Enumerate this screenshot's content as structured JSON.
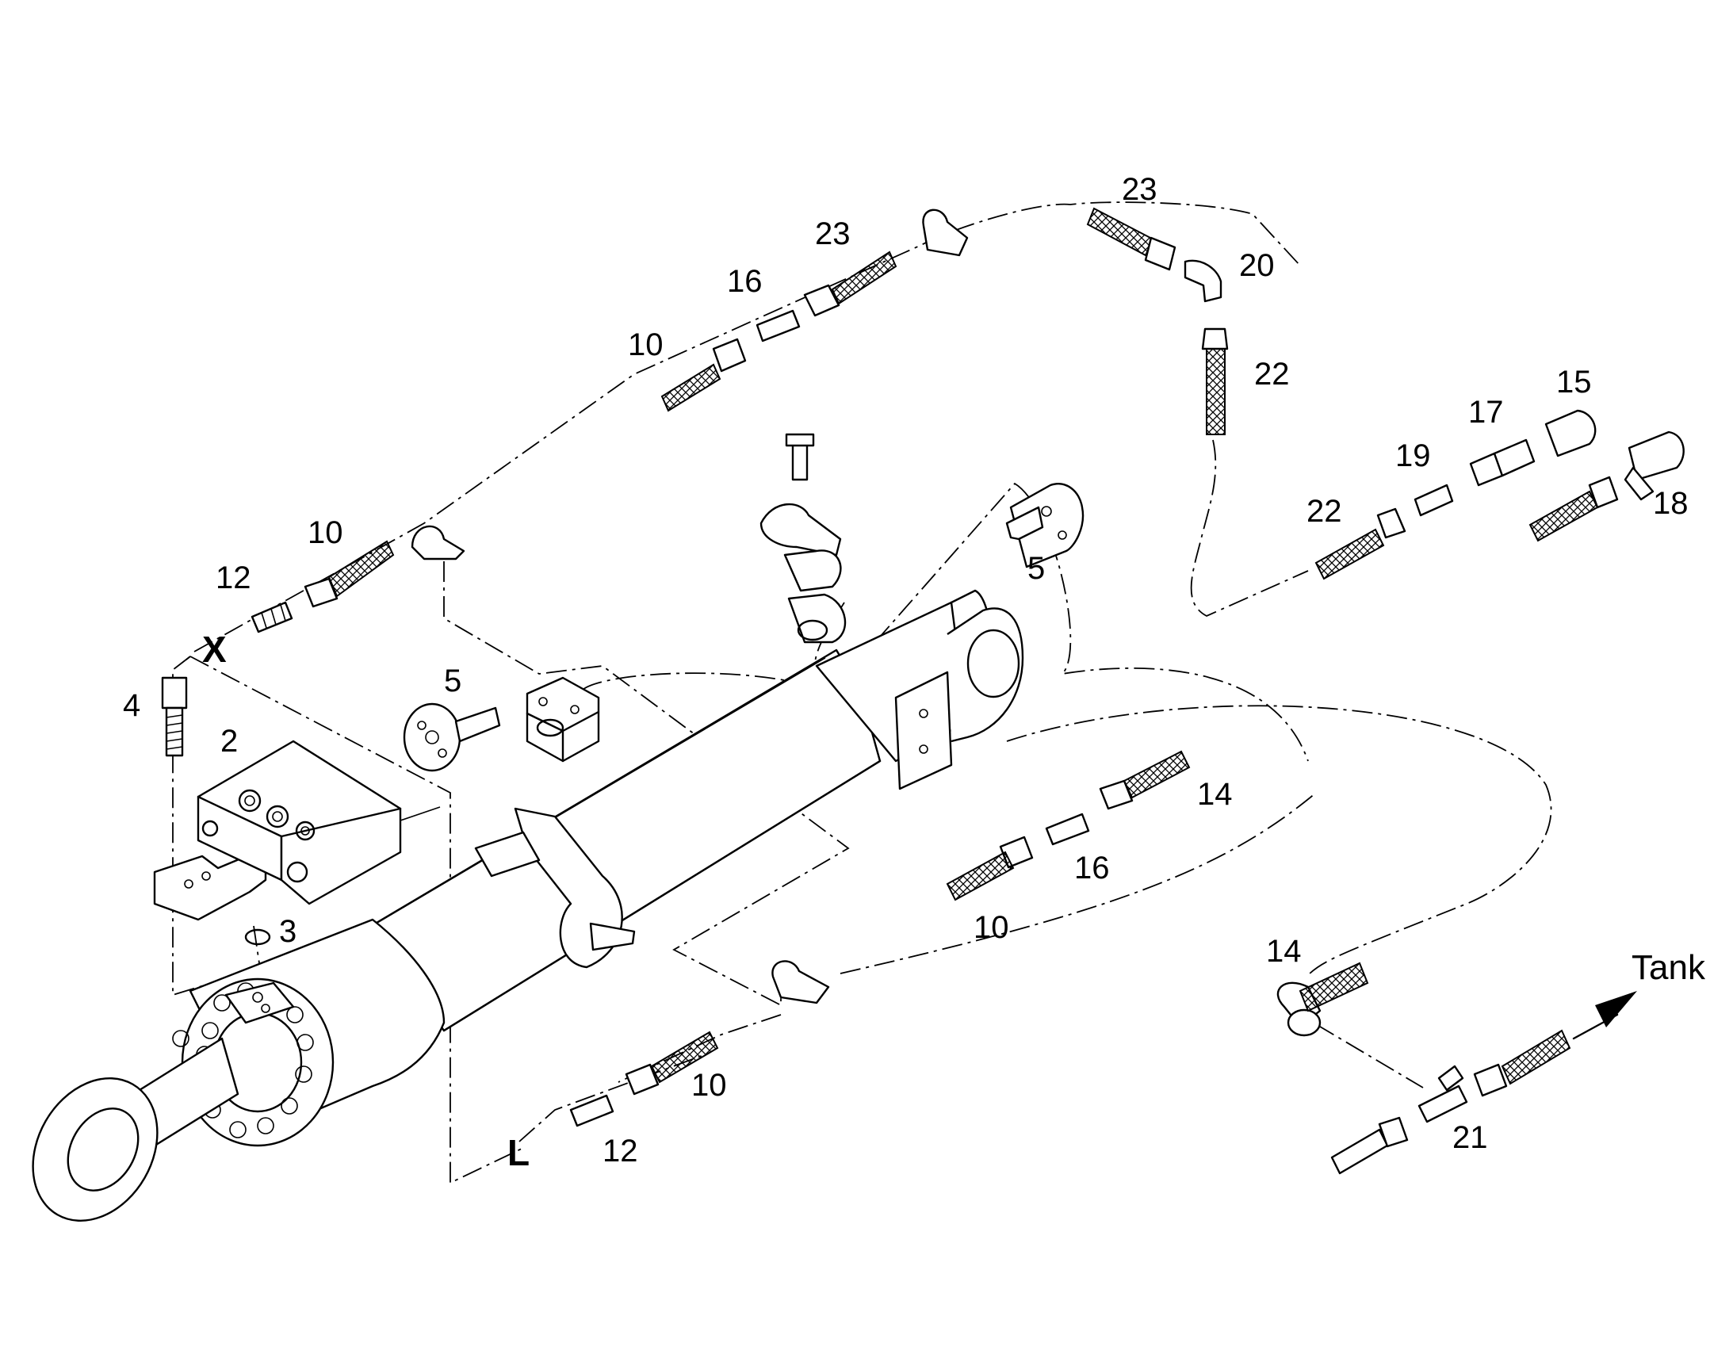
{
  "callouts": [
    {
      "id": "c-23a",
      "text": "23"
    },
    {
      "id": "c-23b",
      "text": "23"
    },
    {
      "id": "c-20",
      "text": "20"
    },
    {
      "id": "c-16a",
      "text": "16"
    },
    {
      "id": "c-10a",
      "text": "10"
    },
    {
      "id": "c-22a",
      "text": "22"
    },
    {
      "id": "c-15",
      "text": "15"
    },
    {
      "id": "c-17",
      "text": "17"
    },
    {
      "id": "c-19",
      "text": "19"
    },
    {
      "id": "c-22b",
      "text": "22"
    },
    {
      "id": "c-18",
      "text": "18"
    },
    {
      "id": "c-10b",
      "text": "10"
    },
    {
      "id": "c-12a",
      "text": "12"
    },
    {
      "id": "c-5a",
      "text": "5"
    },
    {
      "id": "c-5b",
      "text": "5"
    },
    {
      "id": "c-4",
      "text": "4"
    },
    {
      "id": "c-2",
      "text": "2"
    },
    {
      "id": "c-3",
      "text": "3"
    },
    {
      "id": "c-14a",
      "text": "14"
    },
    {
      "id": "c-16b",
      "text": "16"
    },
    {
      "id": "c-10c",
      "text": "10"
    },
    {
      "id": "c-14b",
      "text": "14"
    },
    {
      "id": "c-10d",
      "text": "10"
    },
    {
      "id": "c-12b",
      "text": "12"
    },
    {
      "id": "c-21",
      "text": "21"
    }
  ],
  "ports": {
    "x": "X",
    "l": "L"
  },
  "tank_label": "Tank",
  "colors": {
    "line": "#000000",
    "background": "#ffffff"
  }
}
